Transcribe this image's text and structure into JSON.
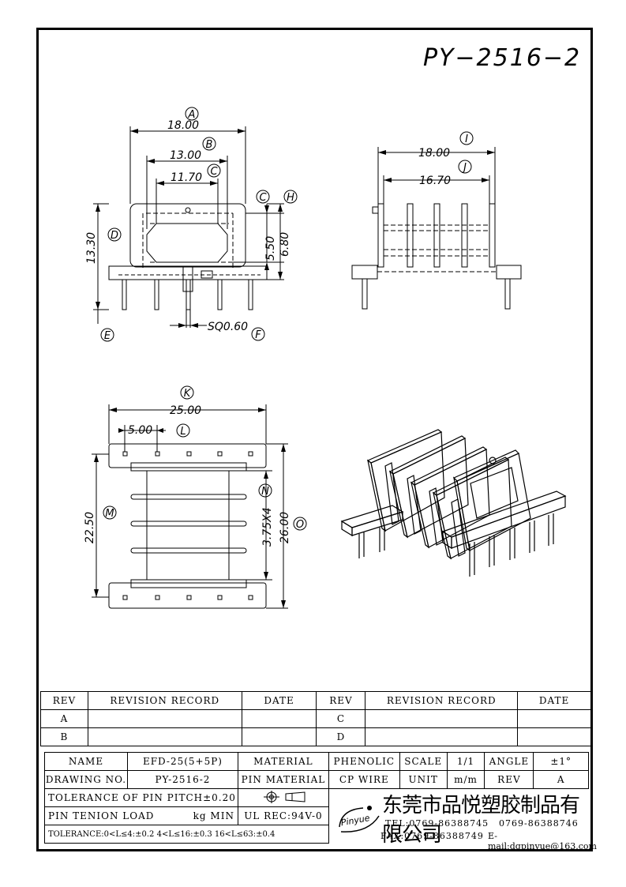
{
  "title": "PY−2516−2",
  "dims": {
    "a": "18.00",
    "b": "13.00",
    "c": "11.70",
    "h1": "5.50",
    "h2": "6.80",
    "d": "13.30",
    "sq": "SQ0.60",
    "i": "18.00",
    "j": "16.70",
    "k": "25.00",
    "l": "5.00",
    "m": "22.50",
    "n": "3.75X4",
    "o": "26.00"
  },
  "labels": {
    "A": "A",
    "B": "B",
    "C": "C",
    "C2": "C",
    "D": "D",
    "E": "E",
    "F": "F",
    "H": "H",
    "I": "I",
    "J": "J",
    "K": "K",
    "L": "L",
    "M": "M",
    "N": "N",
    "O": "O"
  },
  "rev_table": {
    "headers": [
      "REV",
      "REVISION RECORD",
      "DATE",
      "REV",
      "REVISION RECORD",
      "DATE"
    ],
    "rows": [
      [
        "A",
        "",
        "",
        "C",
        "",
        ""
      ],
      [
        "B",
        "",
        "",
        "D",
        "",
        ""
      ]
    ]
  },
  "info": {
    "name_label": "NAME",
    "name_value": "EFD-25(5+5P)",
    "material_label": "MATERIAL",
    "material_value": "PHENOLIC",
    "scale_label": "SCALE",
    "scale_value": "1/1",
    "angle_label": "ANGLE",
    "angle_value": "±1°",
    "drawing_label": "DRAWING NO.",
    "drawing_value": "PY-2516-2",
    "pin_material_label": "PIN MATERIAL",
    "pin_material_value": "CP WIRE",
    "unit_label": "UNIT",
    "unit_value": "m/m",
    "rev_label": "REV",
    "rev_value": "A",
    "tolerance_pitch": "TOLERANCE OF PIN PITCH±0.20",
    "pin_tension": "PIN TENION LOAD",
    "pin_tension_unit": "kg MIN",
    "ul": "UL REC:94V-0",
    "tolerance_line": "TOLERANCE:0<L≤4:±0.2  4<L≤16:±0.3  16<L≤63:±0.4"
  },
  "company": {
    "logo_text": "Pinyue",
    "name_cn": "东莞市品悦塑胶制品有限公司",
    "tel": "TEL:0769-86388745",
    "tel2": "0769-86388746",
    "fax": "FAX:0769-86388749",
    "email": "E-mail:dgpinyue@163.com"
  }
}
